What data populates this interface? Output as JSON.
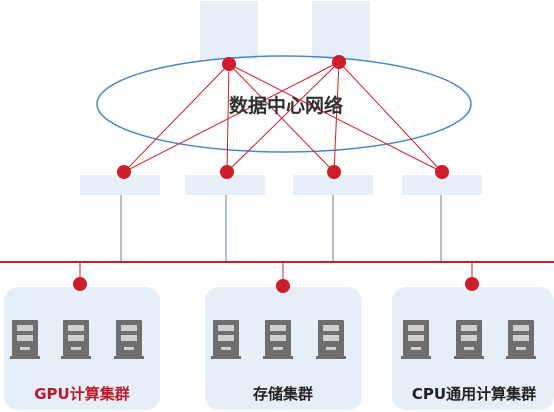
{
  "diagram": {
    "network_label": "数据中心网络",
    "clusters": [
      {
        "label": "GPU计算集群",
        "label_color": "#c0182a",
        "servers": 3
      },
      {
        "label": "存储集群",
        "label_color": "#222222",
        "servers": 3
      },
      {
        "label": "CPU通用计算集群",
        "label_color": "#222222",
        "servers": 3
      }
    ],
    "colors": {
      "accent_red": "#d11d2a",
      "panel_fill": "#e6eef7",
      "ellipse_stroke": "#4a87c7",
      "server_body": "#6e6e6e"
    }
  }
}
